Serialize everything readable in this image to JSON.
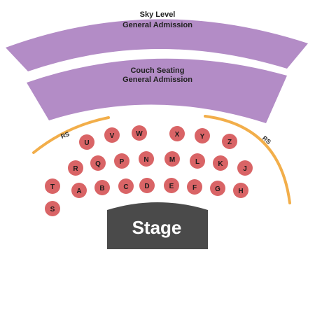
{
  "sections": {
    "sky_level": {
      "line1": "Sky Level",
      "line2": "General Admission",
      "color": "#B38CC6"
    },
    "couch_seating": {
      "line1": "Couch Seating",
      "line2": "General Admission",
      "color": "#B38CC6"
    }
  },
  "standing_rails": {
    "label": "RS",
    "color": "#F2AE4A"
  },
  "tables": {
    "color": "#D96466",
    "labels": [
      "U",
      "V",
      "W",
      "X",
      "Y",
      "Z",
      "R",
      "Q",
      "P",
      "N",
      "M",
      "L",
      "K",
      "J",
      "T",
      "A",
      "B",
      "C",
      "D",
      "E",
      "F",
      "G",
      "H",
      "S"
    ]
  },
  "stage": {
    "label": "Stage",
    "color": "#4A4A4A"
  }
}
